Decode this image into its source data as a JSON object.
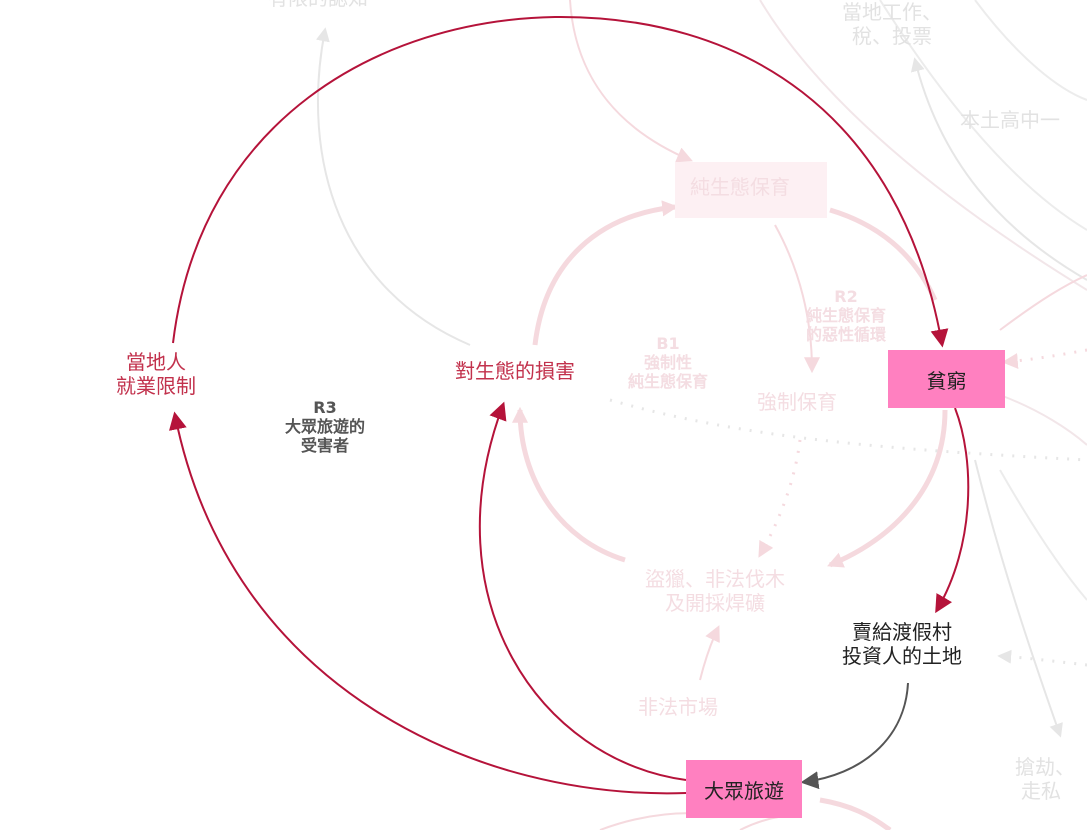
{
  "colors": {
    "main_loop": "#b5133a",
    "faded_loop": "#f5d9de",
    "faded_gray": "#e6e6e6",
    "highlight_box": "#ff80c0",
    "faded_box": "#fdf0f3",
    "node_text_red": "#c2314c",
    "node_text_dark": "#222222",
    "loop_label": "#555555",
    "faded_text": "#f4dde2",
    "faded_gray_text": "#e2e2e2",
    "dark_arrow": "#555555"
  },
  "nodes": {
    "poverty": {
      "label": "貧窮"
    },
    "mass_tourism": {
      "label": "大眾旅遊"
    },
    "local_employment": {
      "line1": "當地人",
      "line2": "就業限制"
    },
    "eco_damage": {
      "label": "對生態的損害"
    },
    "land_sale": {
      "line1": "賣給渡假村",
      "line2": "投資人的土地"
    }
  },
  "loops": {
    "r3": {
      "id": "R3",
      "line1": "大眾旅遊的",
      "line2": "受害者"
    },
    "b1": {
      "id": "B1",
      "line1": "強制性",
      "line2": "純生態保育"
    },
    "r2": {
      "id": "R2",
      "line1": "純生態保育",
      "line2": "的惡性循環"
    }
  },
  "background_nodes": {
    "pure_conservation": "純生態保育",
    "forced_conservation": "強制保育",
    "poaching_line1": "盜獵、非法伐木",
    "poaching_line2": "及開採焊礦",
    "illegal_market": "非法市場",
    "limited_awareness": "有限的認知",
    "local_work_line1": "當地工作、",
    "local_work_line2": "稅、投票",
    "local_high_school": "本土高中一",
    "robbery_line1": "搶劫、",
    "robbery_line2": "走私"
  }
}
